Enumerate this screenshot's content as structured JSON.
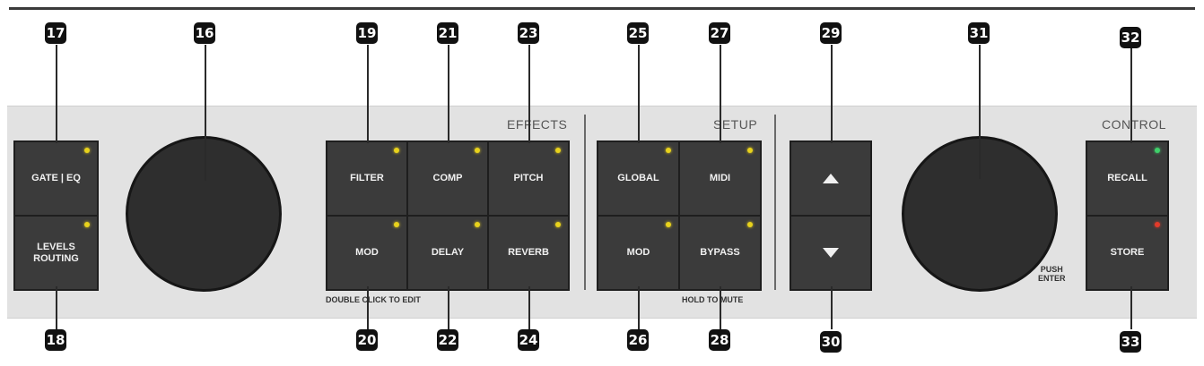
{
  "sections": {
    "effects": "EFFECTS",
    "setup": "SETUP",
    "control": "CONTROL"
  },
  "buttons": {
    "gate_eq": "GATE | EQ",
    "levels_routing": "LEVELS\nROUTING",
    "filter": "FILTER",
    "comp": "COMP",
    "pitch": "PITCH",
    "mod_effects": "MOD",
    "delay": "DELAY",
    "reverb": "REVERB",
    "global": "GLOBAL",
    "midi": "MIDI",
    "mod_setup": "MOD",
    "bypass": "BYPASS",
    "recall": "RECALL",
    "store": "STORE"
  },
  "notes": {
    "double_click": "DOUBLE CLICK TO EDIT",
    "hold_to_mute": "HOLD TO MUTE",
    "push_enter": "PUSH\nENTER"
  },
  "callouts": {
    "c16": "16",
    "c17": "17",
    "c18": "18",
    "c19": "19",
    "c20": "20",
    "c21": "21",
    "c22": "22",
    "c23": "23",
    "c24": "24",
    "c25": "25",
    "c26": "26",
    "c27": "27",
    "c28": "28",
    "c29": "29",
    "c30": "30",
    "c31": "31",
    "c32": "32",
    "c33": "33"
  },
  "colors": {
    "led_yellow": "#e8d21c",
    "led_green": "#3fd06a",
    "led_red": "#e23a2a"
  }
}
